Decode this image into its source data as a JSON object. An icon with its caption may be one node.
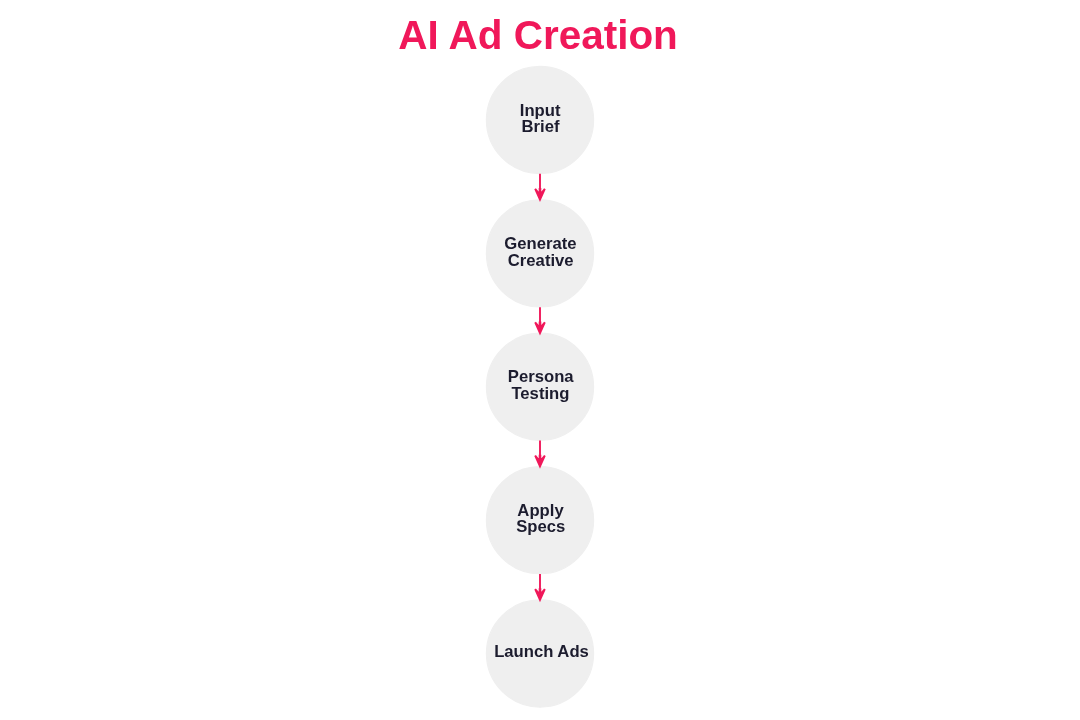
{
  "diagram": {
    "title": "AI Ad Creation",
    "nodes": [
      {
        "text": [
          "Input Brief"
        ]
      },
      {
        "text": [
          "Generate Creative"
        ]
      },
      {
        "text": [
          "Persona Testing"
        ]
      },
      {
        "text": [
          "Apply Specs"
        ]
      },
      {
        "text": [
          "Launch Ads"
        ]
      }
    ],
    "edges": [
      {
        "from": 0,
        "to": 1,
        "arrow": "to"
      },
      {
        "from": 1,
        "to": 2,
        "arrow": "to"
      },
      {
        "from": 2,
        "to": 3,
        "arrow": "to"
      },
      {
        "from": 3,
        "to": 4,
        "arrow": "to"
      }
    ]
  }
}
